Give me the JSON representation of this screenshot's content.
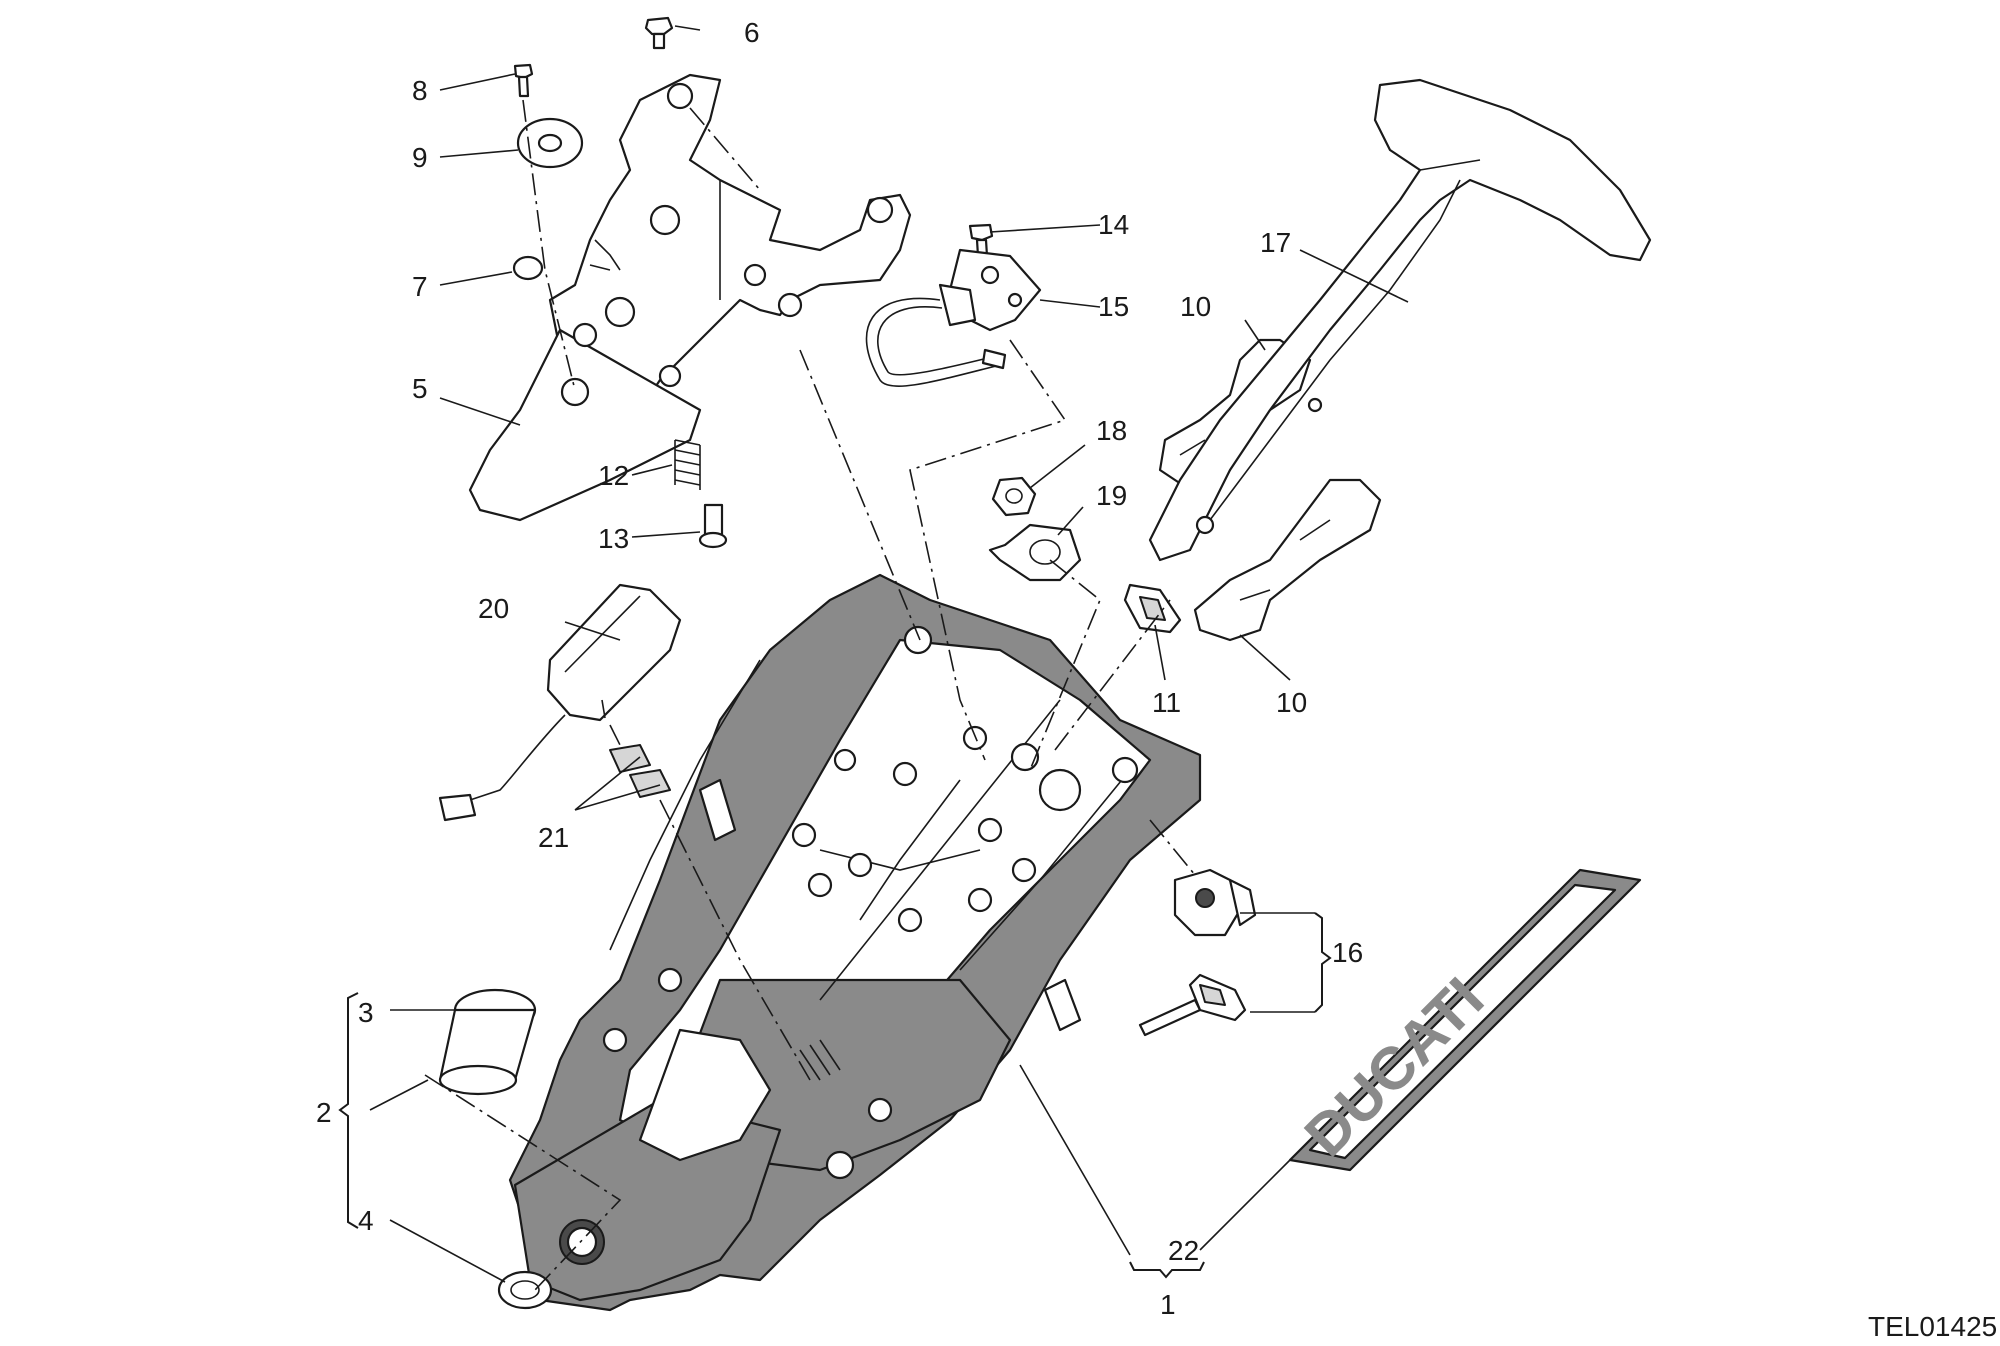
{
  "drawing_code": "TEL01425",
  "callouts": {
    "c1": "1",
    "c2": "2",
    "c3": "3",
    "c4": "4",
    "c5": "5",
    "c6": "6",
    "c7": "7",
    "c8": "8",
    "c9": "9",
    "c10a": "10",
    "c10b": "10",
    "c11": "11",
    "c12": "12",
    "c13": "13",
    "c14": "14",
    "c15": "15",
    "c16": "16",
    "c17": "17",
    "c18": "18",
    "c19": "19",
    "c20": "20",
    "c21": "21",
    "c22": "22"
  },
  "decal_text": "DUCATI",
  "colors": {
    "frame": "#8a8a8a",
    "ink": "#1a1a1a",
    "background": "#ffffff"
  }
}
